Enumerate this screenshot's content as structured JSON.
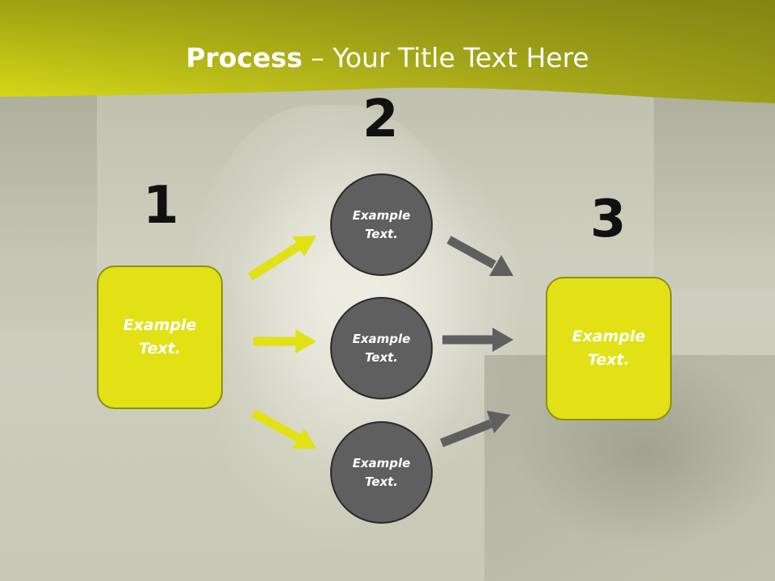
{
  "title": {
    "bold": "Process",
    "rest": " – Your Title Text Here"
  },
  "steps": [
    {
      "number": "1",
      "label": "Example Text."
    },
    {
      "number": "2",
      "label": "Example Text."
    },
    {
      "number": "3",
      "label": "Example Text."
    }
  ],
  "middle": [
    {
      "label": "Example Text."
    },
    {
      "label": "Example Text."
    },
    {
      "label": "Example Text."
    }
  ],
  "colors": {
    "accent": "#e1e116",
    "accent_border": "#8d8f14",
    "circle": "#5f5f5f",
    "arrow_dark": "#5f5f5f",
    "banner": "#c6c61a"
  }
}
